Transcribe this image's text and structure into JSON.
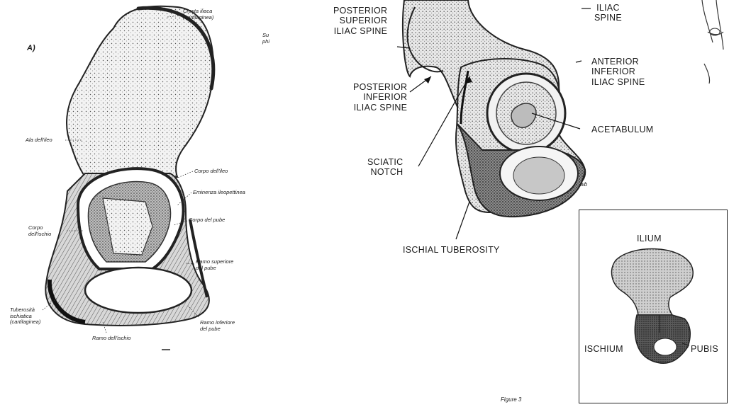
{
  "left_figure": {
    "panel_label": "A)",
    "labels": {
      "cresta": "Cresta iliaca\n(cartilaginea)",
      "ala": "Ala dell'ileo",
      "corpo_ileo": "Corpo dell'ileo",
      "eminenza": "Eminenza ileopettinea",
      "corpo_pube": "Corpo del pube",
      "corpo_ischio": "Corpo\ndell'ischio",
      "ramo_sup_pube": "Ramo superiore\ndel pube",
      "tuberosita": "Tuberosità\nischiatica\n(cartilaginea)",
      "ramo_inf_pube": "Ramo inferiore\ndel pube",
      "ramo_ischio": "Ramo dell'ischio",
      "cut_text": "Su\nphi"
    }
  },
  "right_figure": {
    "labels": {
      "posterior_superior": "POSTERIOR\nSUPERIOR\nILIAC SPINE",
      "iliac_spine": "ILIAC\nSPINE",
      "anterior_inferior": "ANTERIOR\nINFERIOR\nILIAC SPINE",
      "posterior_inferior": "POSTERIOR\nINFERIOR\nILIAC SPINE",
      "acetabulum": "ACETABULUM",
      "sciatic_notch": "SCIATIC\nNOTCH",
      "ischial_tuberosity": "ISCHIAL  TUBEROSITY",
      "artist_mark": "wb"
    },
    "inset": {
      "ilium": "ILIUM",
      "ischium": "ISCHIUM",
      "pubis": "PUBIS"
    },
    "caption": "Figure 3"
  }
}
